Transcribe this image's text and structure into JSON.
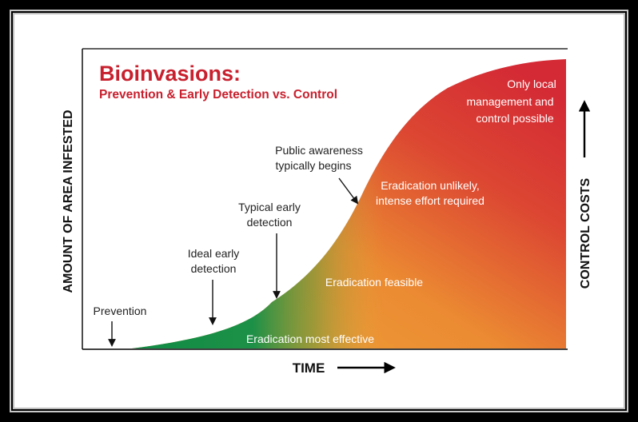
{
  "title": "Bioinvasions:",
  "subtitle": "Prevention & Early Detection vs. Control",
  "y_axis_label": "AMOUNT OF AREA INFESTED",
  "x_axis_label": "TIME",
  "right_axis_label": "CONTROL COSTS",
  "stages": {
    "prevention": "Prevention",
    "ideal_detection_1": "Ideal early",
    "ideal_detection_2": "detection",
    "typical_detection_1": "Typical early",
    "typical_detection_2": "detection",
    "public_awareness_1": "Public awareness",
    "public_awareness_2": "typically begins"
  },
  "zones": {
    "most_effective": "Eradication most effective",
    "feasible": "Eradication feasible",
    "unlikely_1": "Eradication unlikely,",
    "unlikely_2": "intense effort required",
    "local_1": "Only local",
    "local_2": "management and",
    "local_3": "control possible"
  },
  "colors": {
    "title_red": "#c8202e",
    "green": "#149048",
    "orange": "#efa83a",
    "red": "#d42a35"
  }
}
